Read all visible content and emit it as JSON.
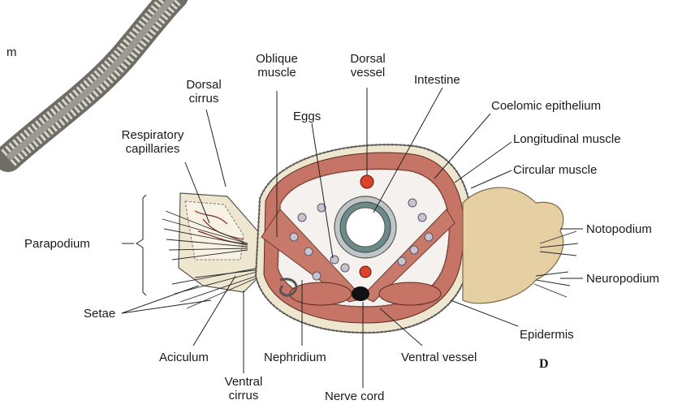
{
  "panel_letter": "D",
  "partial_label": "m",
  "labels": {
    "oblique_muscle": "Oblique muscle",
    "dorsal_vessel": "Dorsal vessel",
    "intestine": "Intestine",
    "dorsal_cirrus": "Dorsal cirrus",
    "coelomic_epithelium": "Coelomic epithelium",
    "eggs": "Eggs",
    "respiratory_capillaries": "Respiratory capillaries",
    "longitudinal_muscle": "Longitudinal muscle",
    "circular_muscle": "Circular muscle",
    "parapodium": "Parapodium",
    "notopodium": "Notopodium",
    "neuropodium": "Neuropodium",
    "setae": "Setae",
    "epidermis": "Epidermis",
    "aciculum": "Aciculum",
    "nephridium": "Nephridium",
    "ventral_vessel": "Ventral vessel",
    "ventral_cirrus": "Ventral cirrus",
    "nerve_cord": "Nerve cord"
  },
  "colors": {
    "muscle": "#b9605a",
    "muscle_light": "#d99a8c",
    "epidermis": "#ede3c9",
    "coelom": "#f4f1ee",
    "vessel_red": "#d8432a",
    "nerve": "#111111",
    "notopodium": "#e6cfa3",
    "worm": "#8f8f86"
  }
}
